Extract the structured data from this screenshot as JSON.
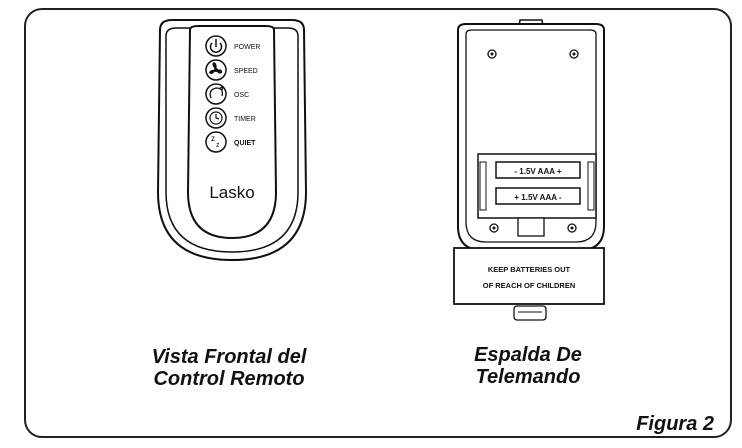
{
  "front_remote": {
    "buttons": [
      {
        "icon": "power-icon",
        "label": "POWER"
      },
      {
        "icon": "fan-speed-icon",
        "label": "SPEED"
      },
      {
        "icon": "oscillation-icon",
        "label": "OSC"
      },
      {
        "icon": "timer-icon",
        "label": "TIMER"
      },
      {
        "icon": "sleep-zz-icon",
        "label": "QUIET"
      }
    ],
    "brand": "Lasko"
  },
  "back_remote": {
    "battery_top": "- 1.5V AAA +",
    "battery_bottom": "+ 1.5V AAA -",
    "warning_line1": "KEEP BATTERIES OUT",
    "warning_line2": "OF REACH OF CHILDREN"
  },
  "captions": {
    "front_line1": "Vista Frontal del",
    "front_line2": "Control Remoto",
    "back_line1": "Espalda De",
    "back_line2": "Telemando"
  },
  "figure_label": "Figura 2"
}
